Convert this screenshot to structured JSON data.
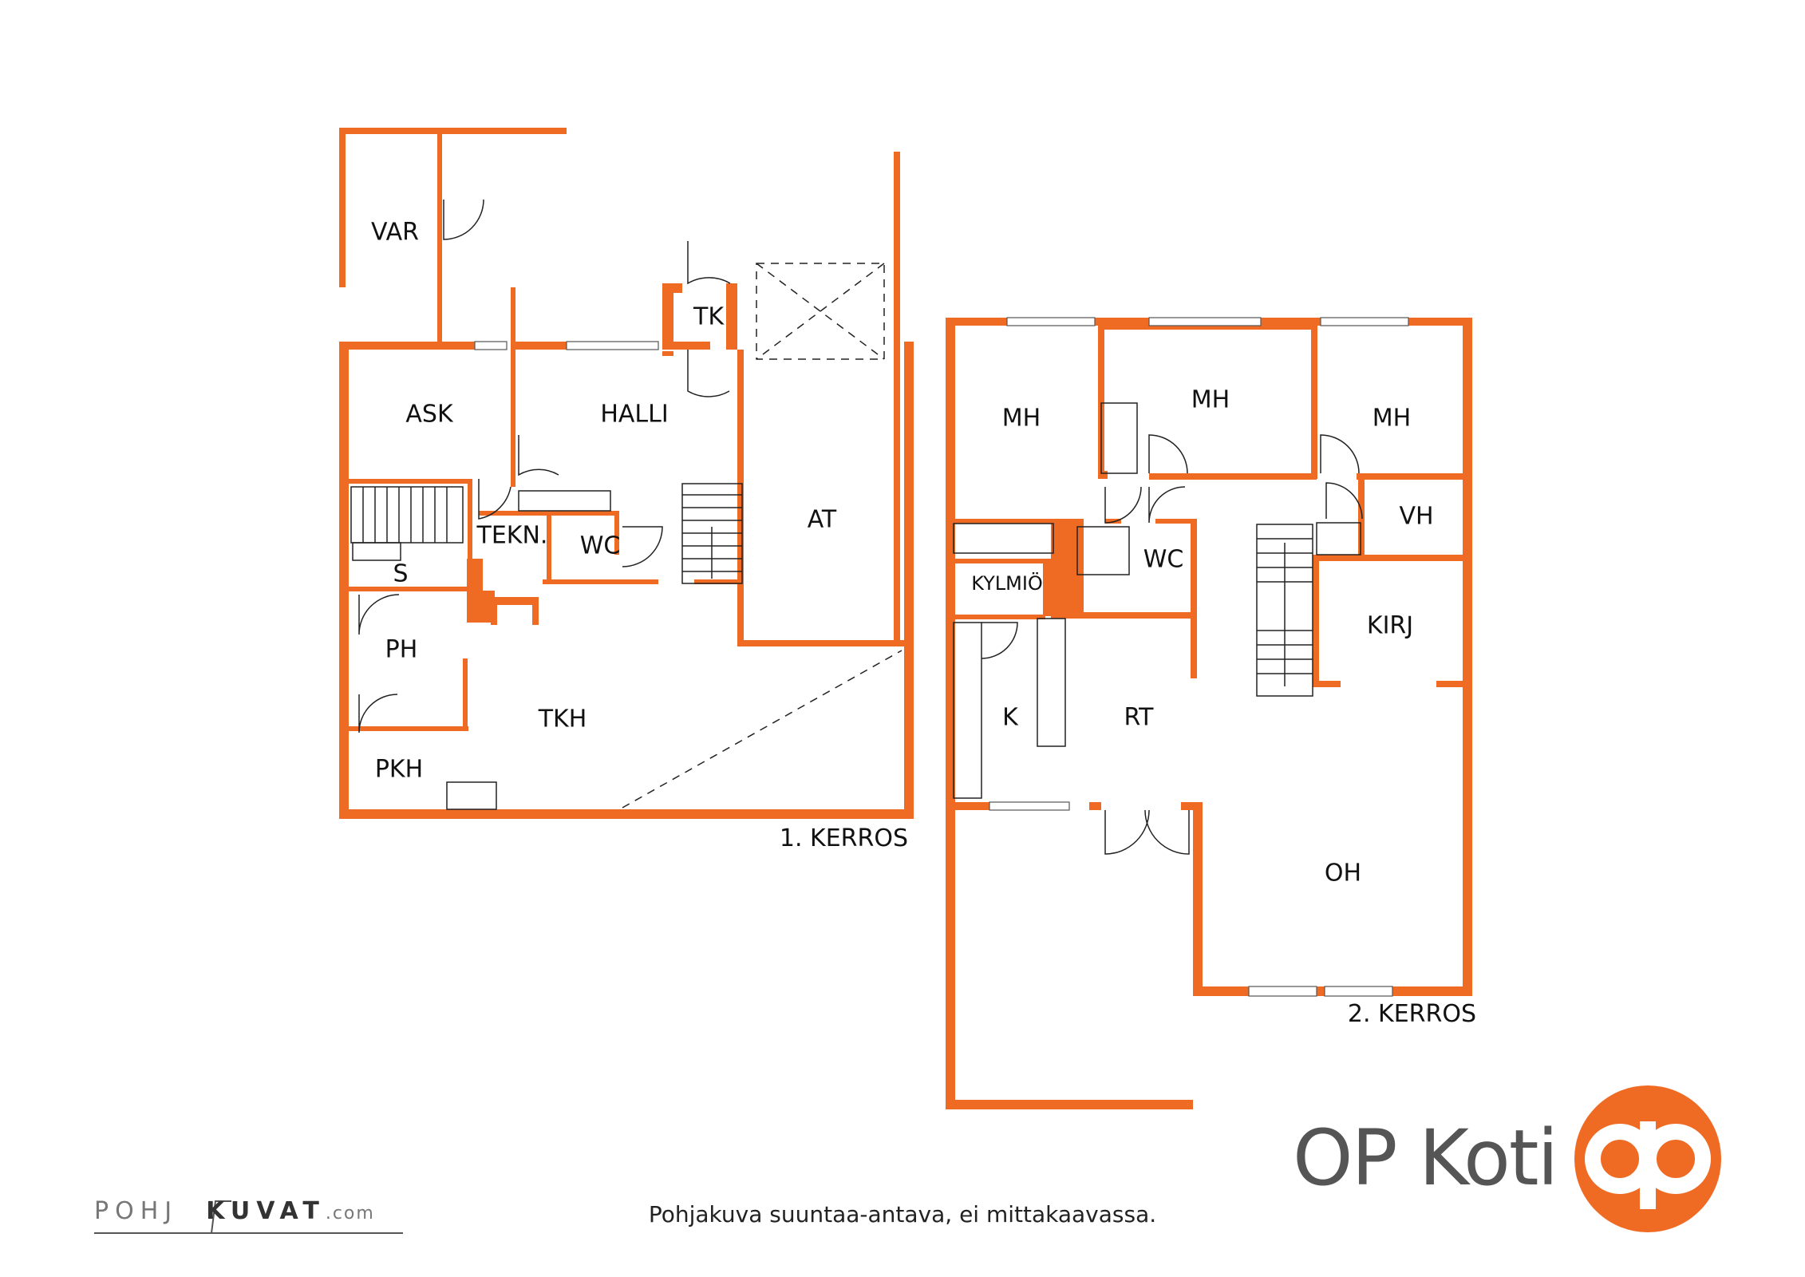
{
  "floors": [
    {
      "label": "1. KERROS",
      "rooms": [
        "VAR",
        "TK",
        "ASK",
        "HALLI",
        "AT",
        "TEKN.",
        "WC",
        "S",
        "PH",
        "TKH",
        "PKH"
      ]
    },
    {
      "label": "2. KERROS",
      "rooms": [
        "MH",
        "MH",
        "MH",
        "VH",
        "WC",
        "KYLMIÖ",
        "KIRJ",
        "K",
        "RT",
        "OH"
      ]
    }
  ],
  "caption": "Pohjakuva suuntaa-antava, ei mittakaavassa.",
  "brand": {
    "name": "OP Koti",
    "color": "#ef6b23"
  },
  "credit": {
    "part1": "POHJ",
    "part2": "KUVAT",
    "suffix": ".com"
  },
  "colors": {
    "wall": "#ef6b23",
    "text": "#111111"
  }
}
